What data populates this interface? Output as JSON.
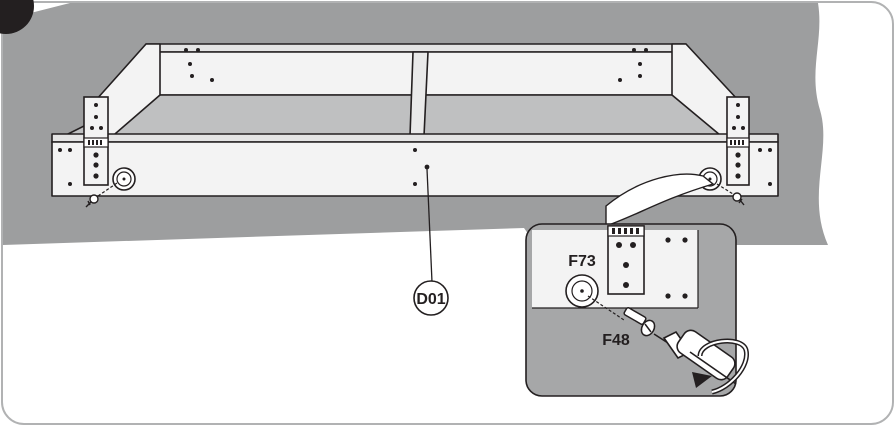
{
  "step": {
    "number": ""
  },
  "labels": {
    "main_part": "D01",
    "detail_cam": "F73",
    "detail_screw": "F48"
  },
  "colors": {
    "floor": "#9d9e9f",
    "panel": "#f3f3f3",
    "outline": "#231f20",
    "inset_bg": "#a6a7a8",
    "frame_border": "#b1b2b3",
    "step_badge": "#231f20"
  },
  "icons": [
    "cam-lock-icon",
    "screw-icon",
    "screwdriver-icon",
    "rotation-arrow-icon",
    "bracket-icon"
  ]
}
